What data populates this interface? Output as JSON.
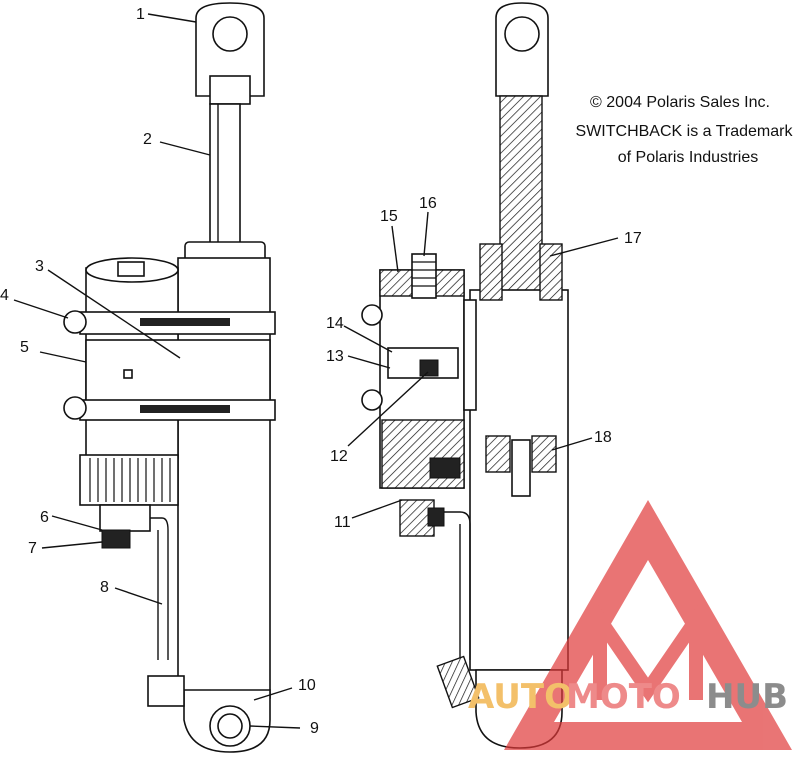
{
  "callouts": [
    {
      "id": "1",
      "label": "1"
    },
    {
      "id": "2",
      "label": "2"
    },
    {
      "id": "3",
      "label": "3"
    },
    {
      "id": "4",
      "label": "4"
    },
    {
      "id": "5",
      "label": "5"
    },
    {
      "id": "6",
      "label": "6"
    },
    {
      "id": "7",
      "label": "7"
    },
    {
      "id": "8",
      "label": "8"
    },
    {
      "id": "9",
      "label": "9"
    },
    {
      "id": "10",
      "label": "10"
    },
    {
      "id": "11",
      "label": "11"
    },
    {
      "id": "12",
      "label": "12"
    },
    {
      "id": "13",
      "label": "13"
    },
    {
      "id": "14",
      "label": "14"
    },
    {
      "id": "15",
      "label": "15"
    },
    {
      "id": "16",
      "label": "16"
    },
    {
      "id": "17",
      "label": "17"
    },
    {
      "id": "18",
      "label": "18"
    }
  ],
  "notes": {
    "copyright": "© 2004 Polaris Sales Inc.",
    "trademark_line1": "SWITCHBACK is a Trademark",
    "trademark_line2": "of Polaris Industries"
  },
  "watermark": {
    "text_auto": "AUTO",
    "text_moto": "MOTO",
    "text_hub": "HUB",
    "color_auto": "#f3c06a",
    "color_moto": "#ee8a8a",
    "color_hub": "#8c8c8c",
    "logo_color": "#e03a3a"
  }
}
